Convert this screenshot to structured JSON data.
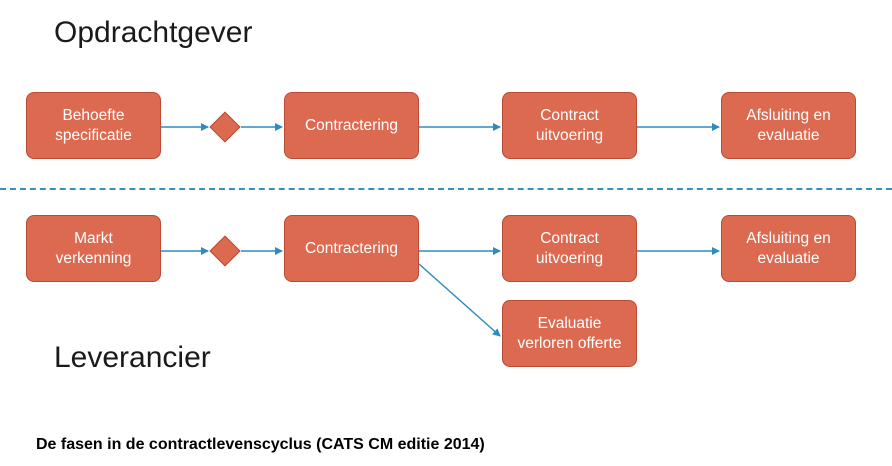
{
  "lanes": {
    "top_title": "Opdrachtgever",
    "bottom_title": "Leverancier"
  },
  "top_row": {
    "box1": "Behoefte\nspecificatie",
    "box2": "Contractering",
    "box3": "Contract\nuitvoering",
    "box4": "Afsluiting en\nevaluatie"
  },
  "bottom_row": {
    "box1": "Markt\nverkenning",
    "box2": "Contractering",
    "box3": "Contract\nuitvoering",
    "box4": "Afsluiting en\nevaluatie",
    "box5": "Evaluatie\nverloren offerte"
  },
  "caption": "De fasen in de contractlevenscyclus (CATS CM editie 2014)",
  "colors": {
    "box_fill": "#dc6a50",
    "box_border": "#b94a34",
    "arrow": "#2e8bc0",
    "divider": "#3a8fc1"
  }
}
